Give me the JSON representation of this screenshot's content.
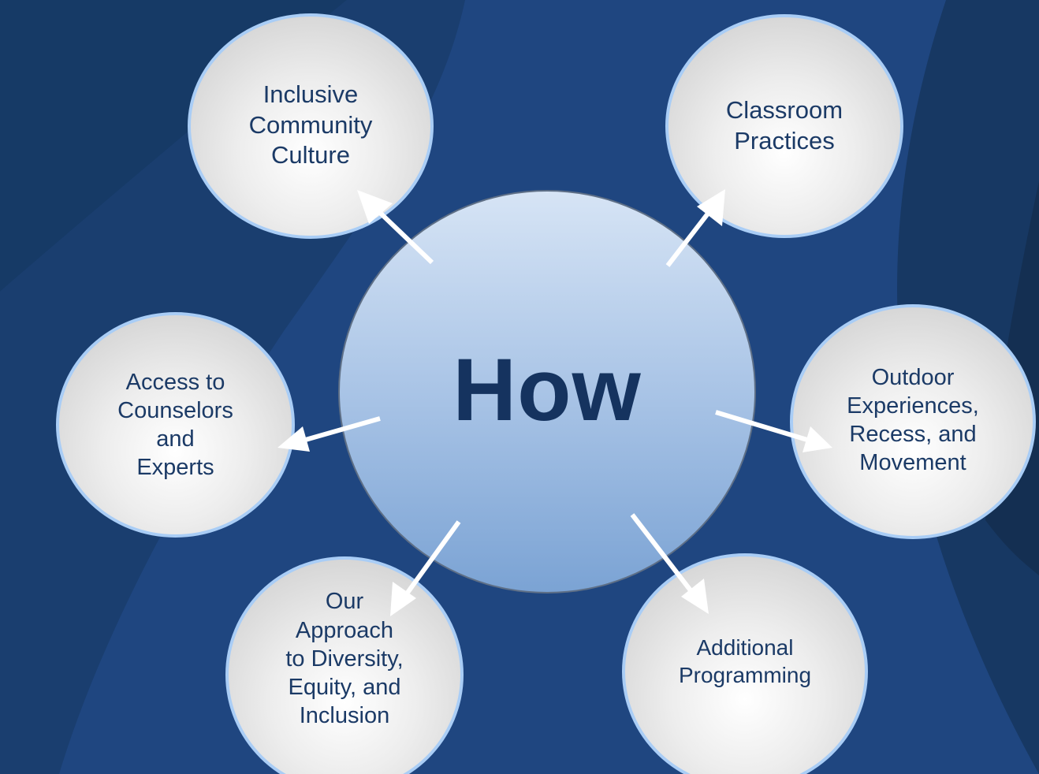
{
  "colors": {
    "background": "#1f4680",
    "background_dark": "#15335a",
    "node_border": "#a9cdf6",
    "text": "#1b3a66",
    "arrow": "#ffffff"
  },
  "hub": {
    "label": "How"
  },
  "nodes": [
    {
      "id": "inclusive-community-culture",
      "label": "Inclusive\nCommunity\nCulture"
    },
    {
      "id": "classroom-practices",
      "label": "Classroom\nPractices"
    },
    {
      "id": "access-to-counselors",
      "label": "Access to\nCounselors\nand\nExperts"
    },
    {
      "id": "outdoor-experiences",
      "label": "Outdoor\nExperiences,\nRecess, and\nMovement"
    },
    {
      "id": "diversity-equity-inclusion",
      "label": "Our\nApproach\nto Diversity,\nEquity, and\nInclusion"
    },
    {
      "id": "additional-programming",
      "label": "Additional\nProgramming"
    }
  ]
}
